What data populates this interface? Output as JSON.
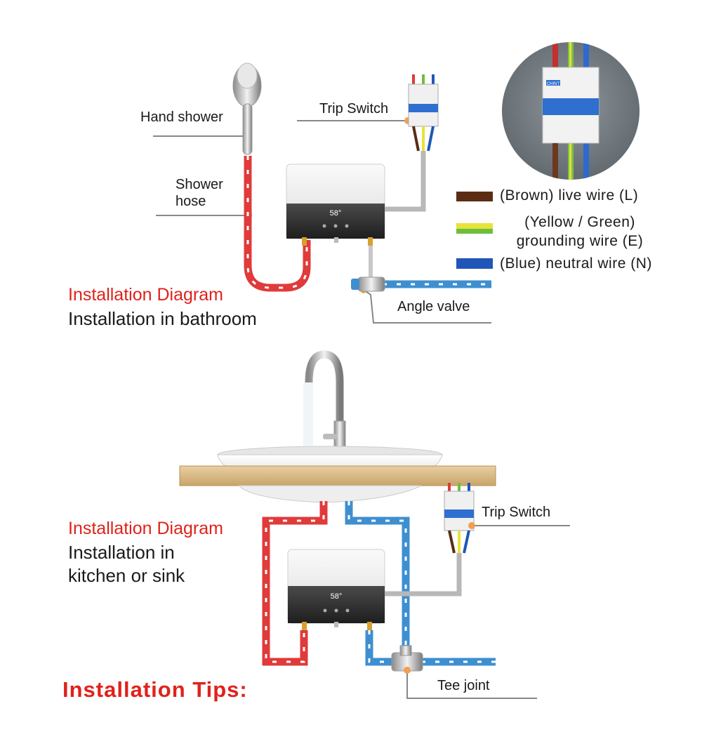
{
  "colors": {
    "hot_pipe": "#e03a3a",
    "cold_pipe": "#3e8fd0",
    "live_wire": "#5a2d14",
    "ground_wire_yellow": "#e8e23a",
    "ground_wire_green": "#6cbf3c",
    "neutral_wire": "#2056b8",
    "title_red": "#e0221b",
    "cable_gray": "#b8b8b8"
  },
  "bathroom": {
    "hand_shower_label": "Hand shower",
    "shower_hose_label_line1": "Shower",
    "shower_hose_label_line2": "hose",
    "trip_switch_label": "Trip Switch",
    "angle_valve_label": "Angle valve",
    "title_red": "Installation Diagram",
    "title_black": "Installation in bathroom",
    "heater_display": "58°"
  },
  "legend": {
    "items": [
      {
        "swatch": "brown",
        "text_lines": [
          "(Brown) live wire (L)"
        ]
      },
      {
        "swatch": "yellow-green",
        "text_lines": [
          "(Yellow / Green)",
          "grounding wire (E)"
        ]
      },
      {
        "swatch": "blue",
        "text_lines": [
          "(Blue) neutral wire (N)"
        ]
      }
    ]
  },
  "breaker_photo": {
    "brand_text": "CHINT"
  },
  "kitchen": {
    "title_red": "Installation Diagram",
    "title_black_line1": "Installation in",
    "title_black_line2": "kitchen or sink",
    "trip_switch_label": "Trip Switch",
    "tee_joint_label": "Tee joint",
    "heater_display": "58°"
  },
  "footer": {
    "tips_label": "Installation Tips:"
  }
}
